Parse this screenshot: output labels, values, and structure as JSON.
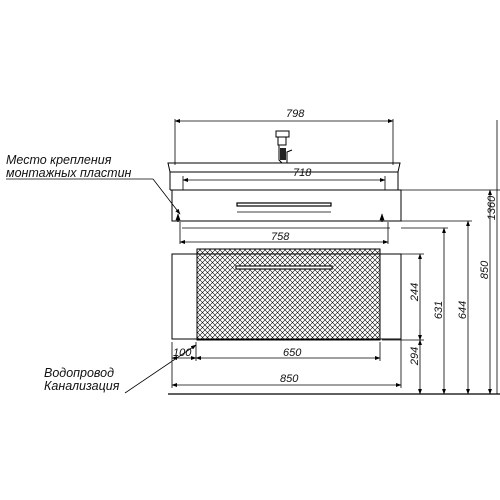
{
  "labels": {
    "mounting_line1": "Место крепления",
    "mounting_line2": "монтажных пластин",
    "water_line1": "Водопровод",
    "water_line2": "Канализация"
  },
  "dimensions": {
    "top_width": "798",
    "inner_width": "718",
    "mount_width": "758",
    "left_offset": "100",
    "utility_width": "650",
    "cabinet_width": "850",
    "drawer_height": "244",
    "lower_height": "294",
    "h_631": "631",
    "h_644": "644",
    "h_850": "850",
    "h_1360": "1360"
  },
  "colors": {
    "line": "#000000"
  }
}
